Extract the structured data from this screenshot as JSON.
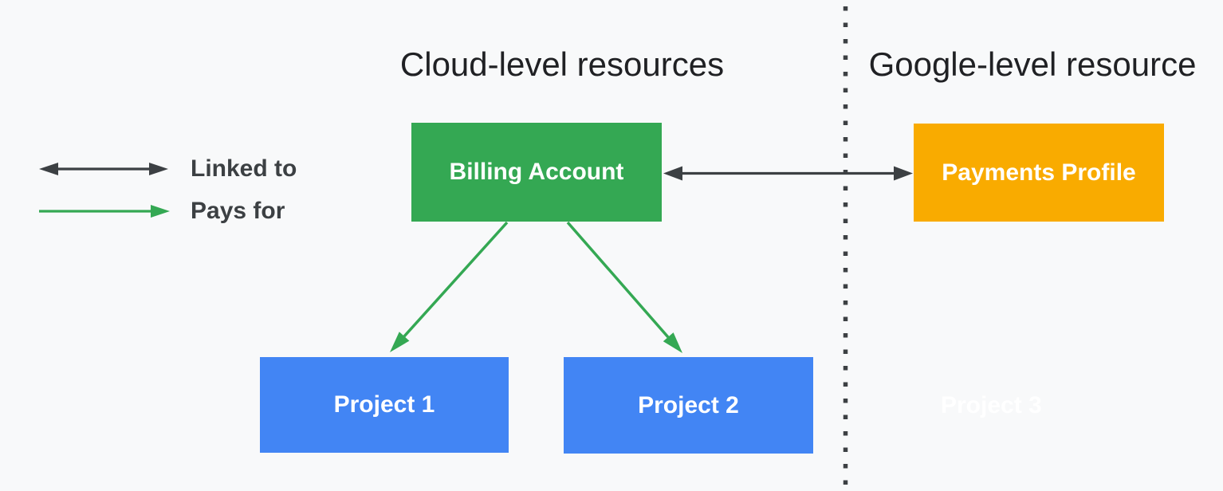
{
  "titles": {
    "left": "Cloud-level resources",
    "right": "Google-level resource"
  },
  "legend": {
    "items": [
      {
        "label": "Linked to",
        "arrow": "black-double-headed"
      },
      {
        "label": "Pays for",
        "arrow": "green-single-headed"
      }
    ]
  },
  "nodes": {
    "billing_account": {
      "label": "Billing Account",
      "color": "#34A853"
    },
    "payments_profile": {
      "label": "Payments Profile",
      "color": "#F9AB00"
    },
    "project1": {
      "label": "Project 1",
      "color": "#4285F4"
    },
    "project2": {
      "label": "Project 2",
      "color": "#4285F4"
    },
    "project3_ghost": {
      "label": "Project 3",
      "color": "#FFFFFF"
    }
  },
  "edges": [
    {
      "from": "billing_account",
      "to": "payments_profile",
      "type": "linked_to",
      "bidirectional": true
    },
    {
      "from": "billing_account",
      "to": "project1",
      "type": "pays_for"
    },
    {
      "from": "billing_account",
      "to": "project2",
      "type": "pays_for"
    }
  ],
  "colors": {
    "background": "#F8F9FA",
    "green": "#34A853",
    "yellow": "#F9AB00",
    "blue": "#4285F4",
    "arrow_dark": "#3C4043",
    "title_text": "#202124",
    "node_text": "#FFFFFF"
  }
}
